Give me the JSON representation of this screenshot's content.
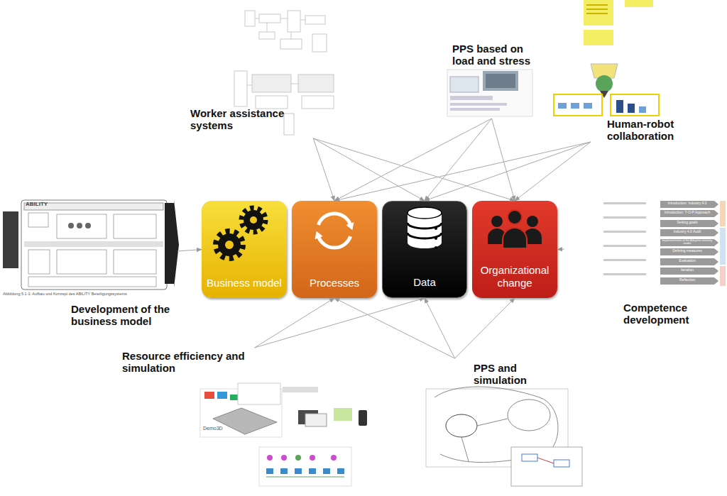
{
  "diagram": {
    "nodes": [
      {
        "text": [
          "Worker assistance systems"
        ]
      },
      {
        "text": [
          "PPS based on load and stress"
        ]
      },
      {
        "text": [
          "Human-robot collaboration"
        ]
      },
      {
        "text": [
          "Development of the business model"
        ]
      },
      {
        "text": [
          "Business model"
        ]
      },
      {
        "text": [
          "Processes"
        ]
      },
      {
        "text": [
          "Data"
        ]
      },
      {
        "text": [
          "Organizational change"
        ]
      },
      {
        "text": [
          "Competence development"
        ]
      },
      {
        "text": [
          "Resource efficiency and simulation"
        ]
      },
      {
        "text": [
          "PPS and simulation"
        ]
      }
    ],
    "edges": [
      {
        "from": 0,
        "to": 5,
        "arrow": "to"
      },
      {
        "from": 0,
        "to": 6,
        "arrow": "to"
      },
      {
        "from": 0,
        "to": 7,
        "arrow": "to"
      },
      {
        "from": 1,
        "to": 5,
        "arrow": "to"
      },
      {
        "from": 1,
        "to": 6,
        "arrow": "to"
      },
      {
        "from": 1,
        "to": 7,
        "arrow": "to"
      },
      {
        "from": 2,
        "to": 5,
        "arrow": "to"
      },
      {
        "from": 2,
        "to": 6,
        "arrow": "to"
      },
      {
        "from": 2,
        "to": 7,
        "arrow": "to"
      },
      {
        "from": 3,
        "to": 4,
        "arrow": "to"
      },
      {
        "from": 8,
        "to": 7,
        "arrow": "to"
      },
      {
        "from": 9,
        "to": 5,
        "arrow": "to"
      },
      {
        "from": 9,
        "to": 6,
        "arrow": "to"
      },
      {
        "from": 10,
        "to": 5,
        "arrow": "to"
      },
      {
        "from": 10,
        "to": 6,
        "arrow": "to"
      },
      {
        "from": 10,
        "to": 7,
        "arrow": "to"
      }
    ],
    "labels": [
      "Abbildung 5.1-1: Aufbau und Konzept des ABILITY Beteiligungssystems",
      "ABILITY",
      "Introduction: Industry 4.0",
      "Introduction: T-O-P Approach",
      "Setting goals",
      "Industry 4.0 Audit",
      "Implementation of the Adaption maturity model",
      "Defining measures",
      "Evaluation",
      "Iteration",
      "Reflection",
      "Demo3D"
    ]
  }
}
